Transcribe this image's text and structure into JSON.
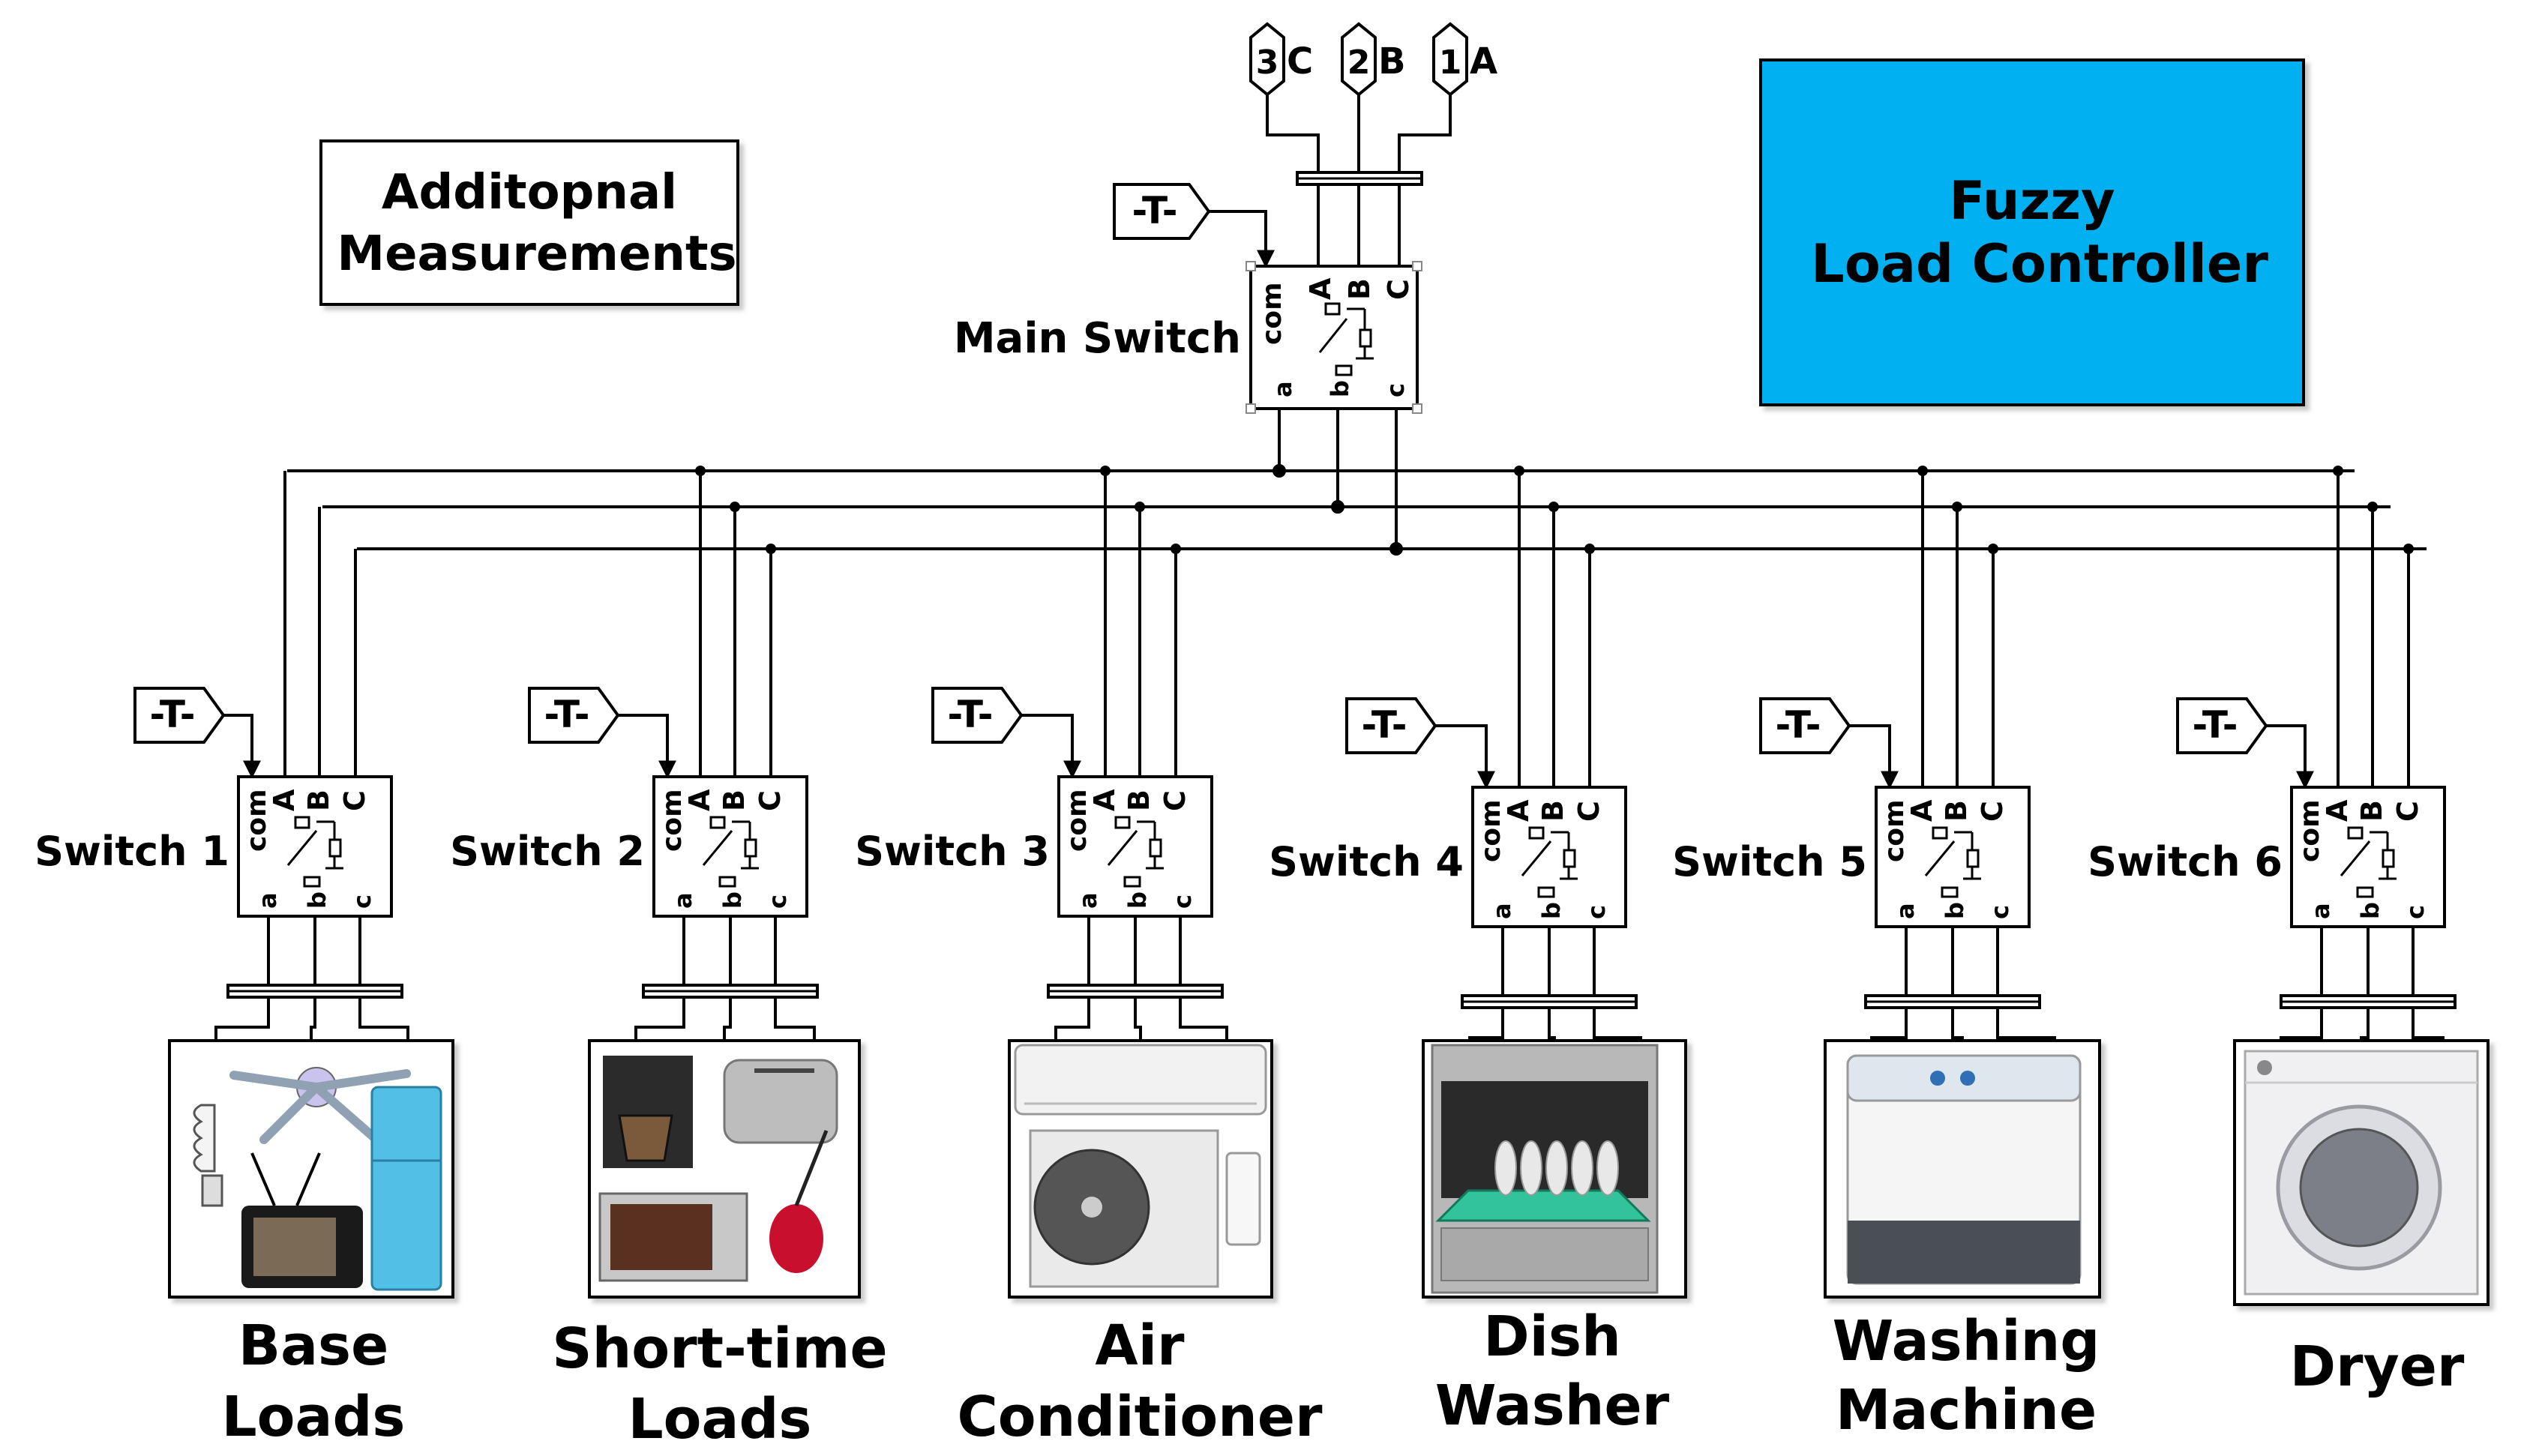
{
  "diagram": {
    "phase_inputs": [
      {
        "num": "3",
        "label": "C"
      },
      {
        "num": "2",
        "label": "B"
      },
      {
        "num": "1",
        "label": "A"
      }
    ],
    "goto_tag": "T",
    "additional_block": {
      "line1": "Additopnal",
      "line2": "Measurements"
    },
    "fuzzy_block": {
      "line1": "Fuzzy",
      "line2": "Load Controller",
      "color": "#00B0F0"
    },
    "main_switch": {
      "label": "Main Switch"
    },
    "switch_ports": {
      "com": "com",
      "A": "A",
      "B": "B",
      "C": "C",
      "a": "a",
      "b": "b",
      "c": "c"
    },
    "switches": [
      {
        "label": "Switch 1",
        "load": {
          "line1": "Base",
          "line2": "Loads",
          "icon": "base-loads-icon"
        }
      },
      {
        "label": "Switch 2",
        "load": {
          "line1": "Short-time",
          "line2": "Loads",
          "icon": "short-time-loads-icon"
        }
      },
      {
        "label": "Switch 3",
        "load": {
          "line1": "Air",
          "line2": "Conditioner",
          "icon": "air-conditioner-icon"
        }
      },
      {
        "label": "Switch 4",
        "load": {
          "line1": "Dish",
          "line2": "Washer",
          "icon": "dish-washer-icon"
        }
      },
      {
        "label": "Switch 5",
        "load": {
          "line1": "Washing",
          "line2": "Machine",
          "icon": "washing-machine-icon"
        }
      },
      {
        "label": "Switch 6",
        "load": {
          "line1": "Dryer",
          "line2": "",
          "icon": "dryer-icon"
        }
      }
    ]
  }
}
